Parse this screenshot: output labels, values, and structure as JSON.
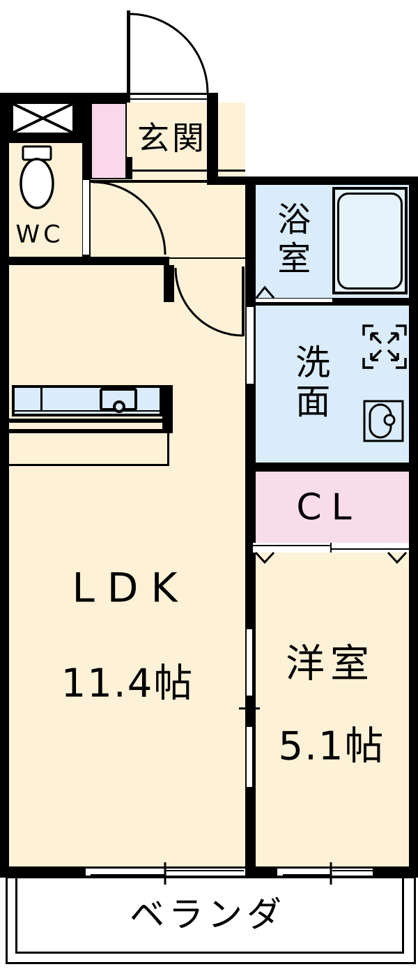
{
  "floorplan": {
    "title": "1LDK apartment floor plan",
    "rooms": {
      "genkan": {
        "label": "玄関"
      },
      "wc": {
        "label": "WC"
      },
      "bath": {
        "label": "浴室"
      },
      "washroom": {
        "label": "洗面"
      },
      "closet": {
        "label": "CL"
      },
      "ldk": {
        "label": "LDK",
        "size": "11.4帖"
      },
      "bedroom": {
        "label": "洋室",
        "size": "5.1帖"
      },
      "veranda": {
        "label": "ベランダ"
      }
    },
    "colors": {
      "room_cream": "#fdf2d7",
      "wet_area_blue": "#daecfa",
      "closet_pink": "#f9dcea",
      "entry_cabinet_pink": "#f9d9e9",
      "bathtub_blue": "#e7f3fc",
      "wall_black": "#000000",
      "background_white": "#ffffff"
    },
    "icons": [
      "toilet-icon",
      "bathtub-icon",
      "washing-machine-icon",
      "vanity-sink-icon",
      "kitchen-sink-icon",
      "door-swing-arc-icon",
      "folding-door-chevron-icon",
      "sliding-window-icon",
      "pipe-space-x-icon"
    ]
  }
}
